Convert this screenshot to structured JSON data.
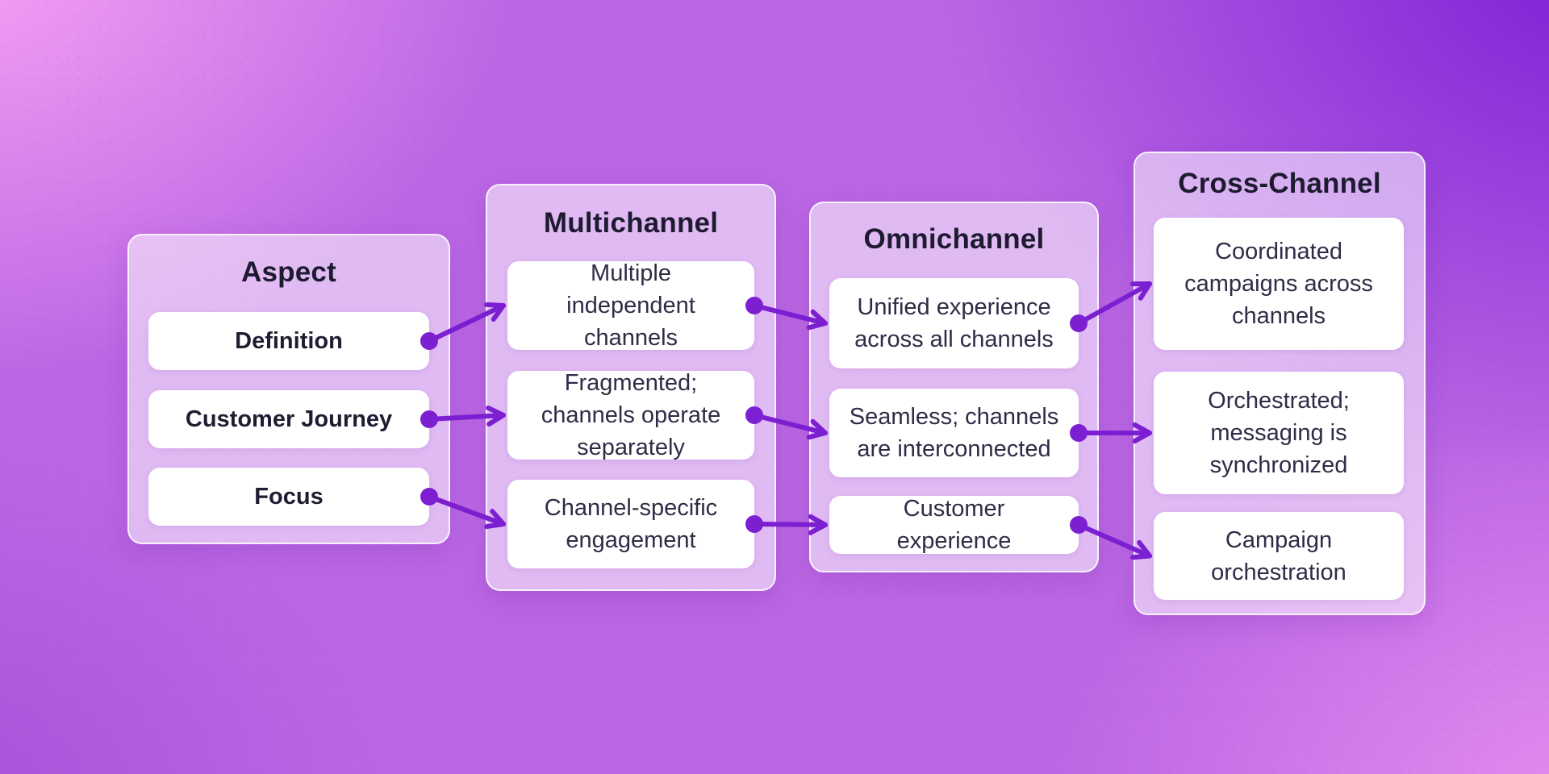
{
  "diagram": {
    "columns": [
      {
        "title": "Aspect",
        "items": [
          "Definition",
          "Customer Journey",
          "Focus"
        ]
      },
      {
        "title": "Multichannel",
        "items": [
          "Multiple independent channels",
          "Fragmented; channels operate separately",
          "Channel-specific engagement"
        ]
      },
      {
        "title": "Omnichannel",
        "items": [
          "Unified experience across all channels",
          "Seamless; channels are interconnected",
          "Customer experience"
        ]
      },
      {
        "title": "Cross-Channel",
        "items": [
          "Coordinated campaigns across channels",
          "Orchestrated; messaging is synchronized",
          "Campaign orchestration"
        ]
      }
    ],
    "connections": [
      {
        "from": {
          "col": 0,
          "item": 0
        },
        "to": {
          "col": 1,
          "item": 0
        }
      },
      {
        "from": {
          "col": 0,
          "item": 1
        },
        "to": {
          "col": 1,
          "item": 1
        }
      },
      {
        "from": {
          "col": 0,
          "item": 2
        },
        "to": {
          "col": 1,
          "item": 2
        }
      },
      {
        "from": {
          "col": 1,
          "item": 0
        },
        "to": {
          "col": 2,
          "item": 0
        }
      },
      {
        "from": {
          "col": 1,
          "item": 1
        },
        "to": {
          "col": 2,
          "item": 1
        }
      },
      {
        "from": {
          "col": 1,
          "item": 2
        },
        "to": {
          "col": 2,
          "item": 2
        }
      },
      {
        "from": {
          "col": 2,
          "item": 0
        },
        "to": {
          "col": 3,
          "item": 0
        }
      },
      {
        "from": {
          "col": 2,
          "item": 1
        },
        "to": {
          "col": 3,
          "item": 1
        }
      },
      {
        "from": {
          "col": 2,
          "item": 2
        },
        "to": {
          "col": 3,
          "item": 2
        }
      }
    ],
    "colors": {
      "arrow": "#7b1fd1",
      "background_top_left": "#fca5f6",
      "background_top_right": "#7b1ed6",
      "background_bottom_left": "#a551da",
      "background_bottom_right": "#e98ff1",
      "title_text": "#1e1b31",
      "item_text": "#312b47",
      "card_tint": "rgba(255,255,255,0.55)",
      "box_background": "#ffffff"
    }
  }
}
